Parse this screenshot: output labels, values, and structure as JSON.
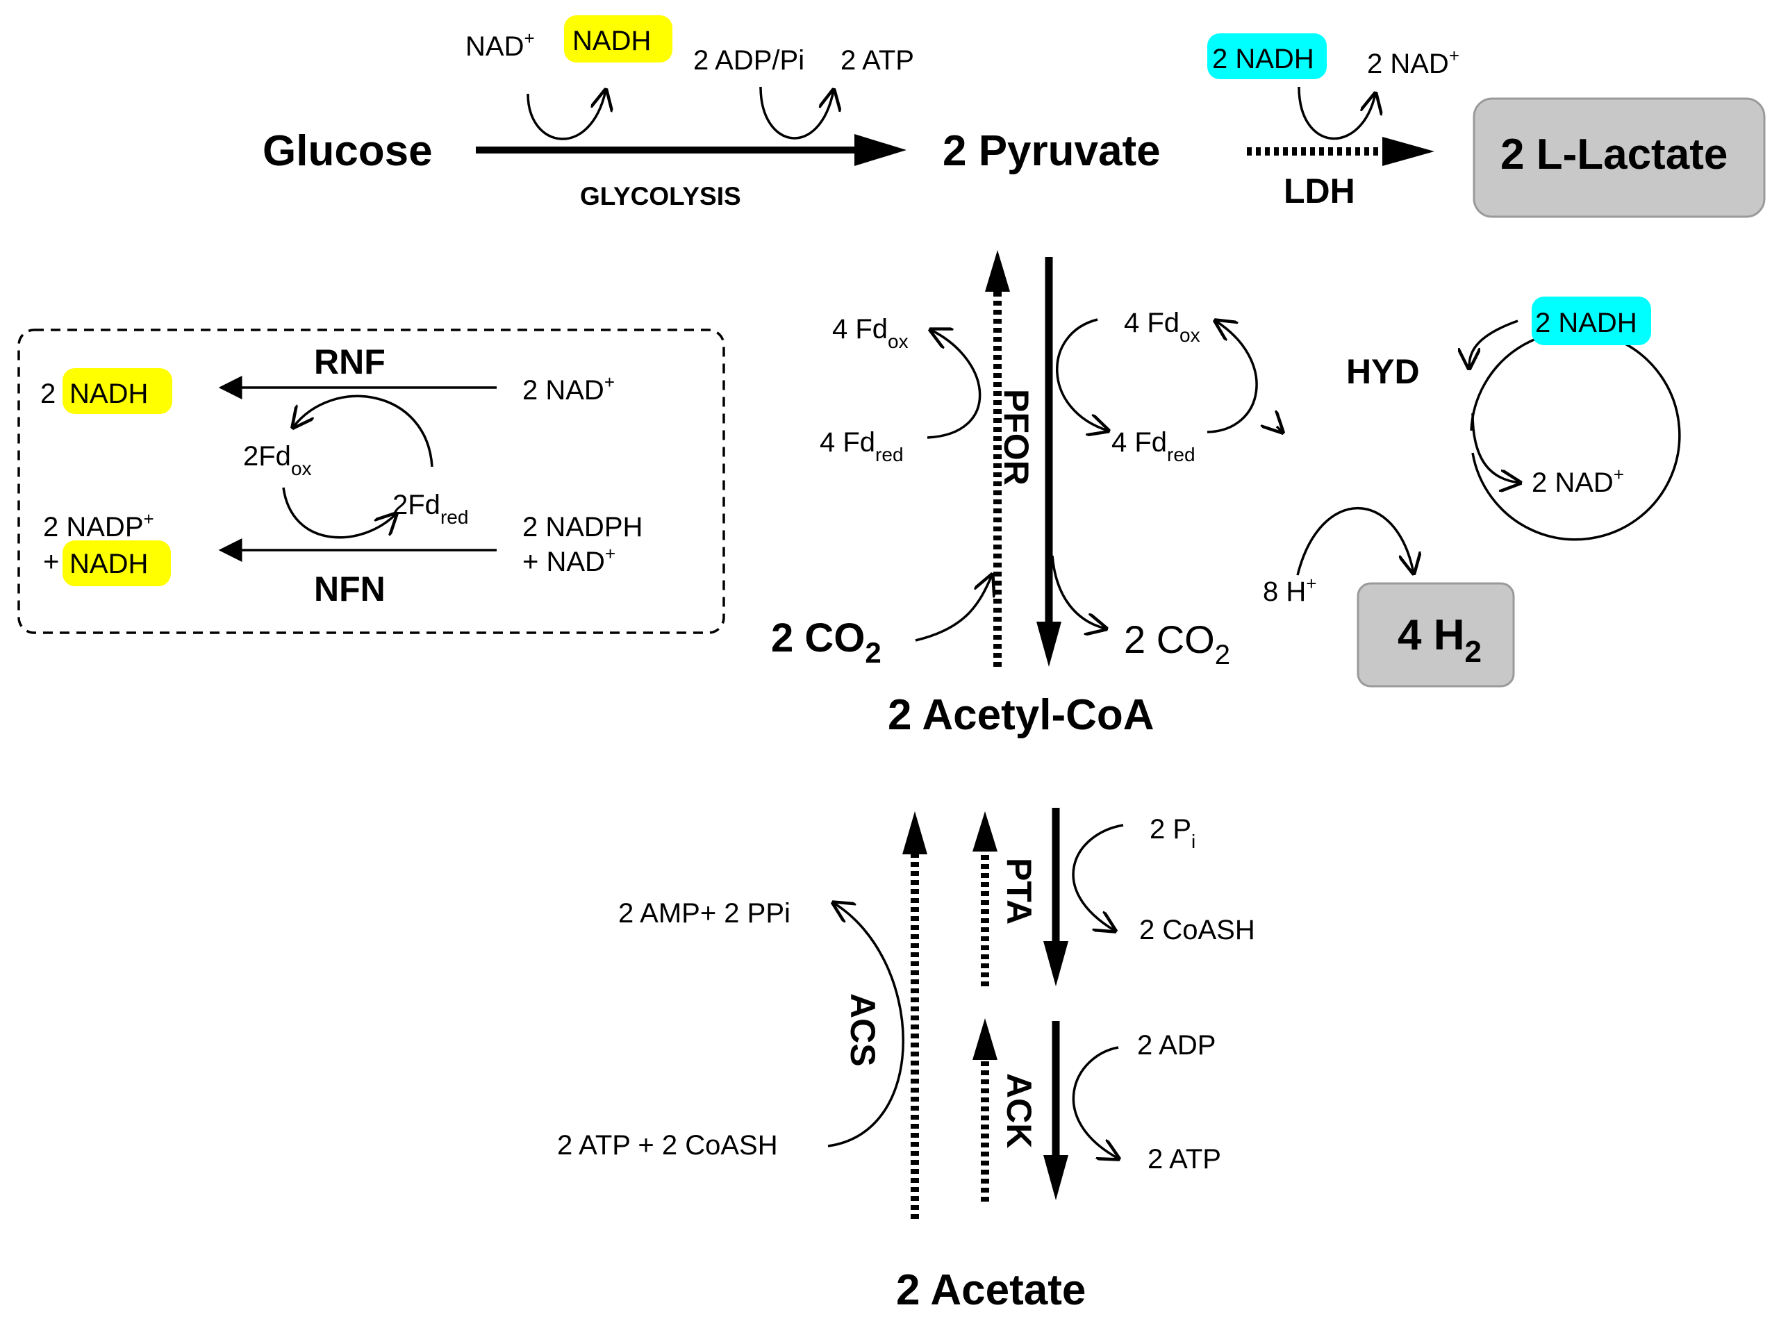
{
  "colors": {
    "nadh_yellow": "#ffff00",
    "nadh_cyan": "#00ffff",
    "product_box": "#c8c8c8",
    "ink": "#000000"
  },
  "metabolites": {
    "glucose": "Glucose",
    "pyruvate": "2 Pyruvate",
    "lactate": "2 L-Lactate",
    "acetyl_coa": "2 Acetyl-CoA",
    "acetate": "2 Acetate",
    "h2_coef": "4 H",
    "h2_sub": "2",
    "co2_left_coef": "2 CO",
    "co2_left_sub": "2",
    "co2_right_coef": "2 CO",
    "co2_right_sub": "2"
  },
  "enzymes": {
    "glycolysis": "GLYCOLYSIS",
    "ldh": "LDH",
    "pfor": "PFOR",
    "hyd": "HYD",
    "pta": "PTA",
    "ack": "ACK",
    "acs": "ACS",
    "rnf": "RNF",
    "nfn": "NFN"
  },
  "glycolysis": {
    "nad": "NAD",
    "nad_sup": "+",
    "nadh": "NADH",
    "adp_pi": "2 ADP/Pi",
    "atp": "2 ATP"
  },
  "ldh": {
    "nadh": "2 NADH",
    "nad": "2 NAD",
    "nad_sup": "+"
  },
  "pfor": {
    "fd_ox_left": "4 Fd",
    "fd_ox_left_sub": "ox",
    "fd_red_left": "4 Fd",
    "fd_red_left_sub": "red",
    "fd_ox_right": "4 Fd",
    "fd_ox_right_sub": "ox",
    "fd_red_right": "4 Fd",
    "fd_red_right_sub": "red"
  },
  "hyd": {
    "nadh": "2 NADH",
    "nad": "2 NAD",
    "nad_sup": "+",
    "h": "8 H",
    "h_sup": "+"
  },
  "rnf_box": {
    "nadh_coef": "2",
    "nadh": "NADH",
    "nad": "2 NAD",
    "nad_sup": "+",
    "fd_ox": "2Fd",
    "fd_ox_sub": "ox",
    "fd_red": "2Fd",
    "fd_red_sub": "red",
    "nadp": "2 NADP",
    "nadp_sup": "+",
    "plus": "+",
    "nadh2": "NADH",
    "nadph": "2 NADPH",
    "plus_nad": "+ NAD",
    "plus_nad_sup": "+"
  },
  "pta": {
    "pi": "2 P",
    "pi_sub": "i",
    "coash": "2 CoASH"
  },
  "ack": {
    "adp": "2 ADP",
    "atp": "2 ATP"
  },
  "acs": {
    "amp_ppi": "2 AMP+ 2 PPi",
    "atp_coash": "2 ATP + 2 CoASH"
  }
}
